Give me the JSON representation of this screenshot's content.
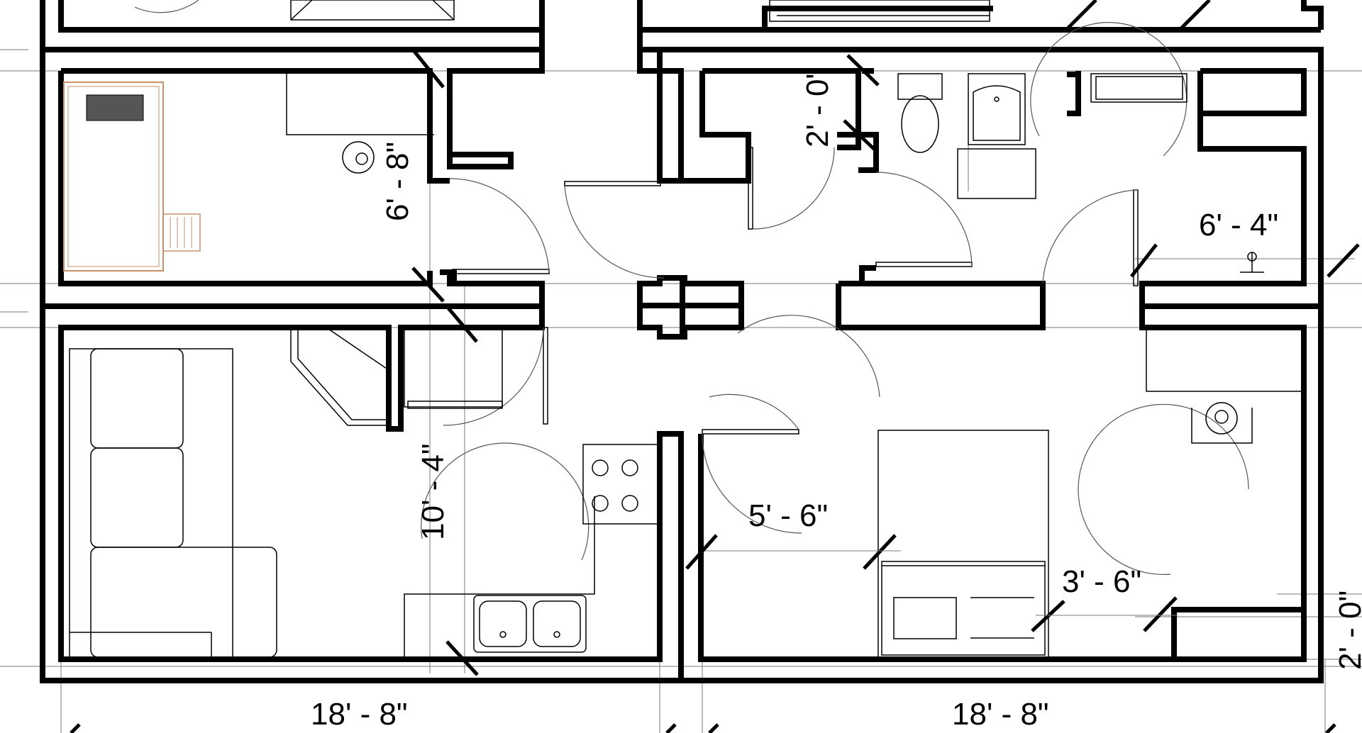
{
  "drawing": {
    "type": "architectural floor plan",
    "units": "feet-inches"
  },
  "dimensions": {
    "bedroom_top_left_height": "6' - 8\"",
    "closet_depth": "2' - 0\"",
    "bath_width": "6' - 4\"",
    "living_depth": "10' - 4\"",
    "hall_width": "5' - 6\"",
    "bed_side_clearance": "3' - 6\"",
    "right_closet_depth": "2' - 0\"",
    "overall_left_width": "18' - 8\"",
    "overall_right_width": "18' - 8\""
  },
  "colors": {
    "walls": "#000000",
    "lines": "#555555",
    "bed_frame": "#c98f6a"
  }
}
